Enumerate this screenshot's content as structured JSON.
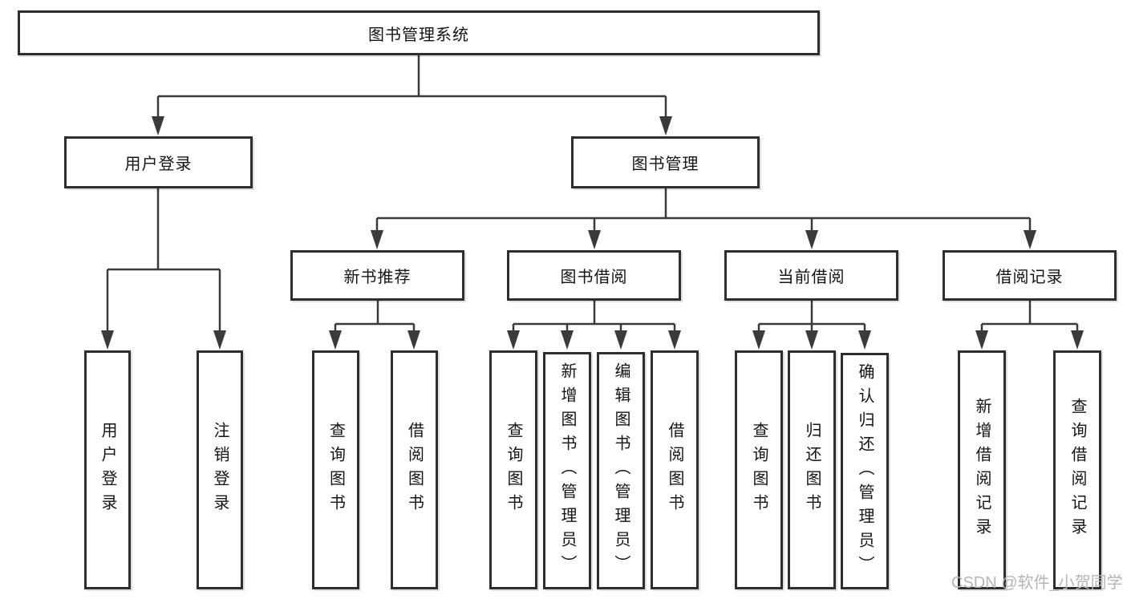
{
  "diagram_type": "functional-structure-tree",
  "tree": {
    "label": "图书管理系统",
    "children": [
      {
        "label": "用户登录",
        "children": [
          {
            "label": "用户登录"
          },
          {
            "label": "注销登录"
          }
        ]
      },
      {
        "label": "图书管理",
        "children": [
          {
            "label": "新书推荐",
            "children": [
              {
                "label": "查询图书"
              },
              {
                "label": "借阅图书"
              }
            ]
          },
          {
            "label": "图书借阅",
            "children": [
              {
                "label": "查询图书"
              },
              {
                "label": "新增图书（管理员）"
              },
              {
                "label": "编辑图书（管理员）"
              },
              {
                "label": "借阅图书"
              }
            ]
          },
          {
            "label": "当前借阅",
            "children": [
              {
                "label": "查询图书"
              },
              {
                "label": "归还图书"
              },
              {
                "label": "确认归还（管理员）"
              }
            ]
          },
          {
            "label": "借阅记录",
            "children": [
              {
                "label": "新增借阅记录"
              },
              {
                "label": "查询借阅记录"
              }
            ]
          }
        ]
      }
    ]
  },
  "watermark": {
    "text": "CSDN @软件_小贺同学"
  },
  "colors": {
    "line": "#3a3a3a",
    "box_border": "#2e2e2e",
    "box_background": "#ffffff",
    "text": "#141414",
    "watermark": "#b5b5b5",
    "page_background": "#ffffff"
  }
}
